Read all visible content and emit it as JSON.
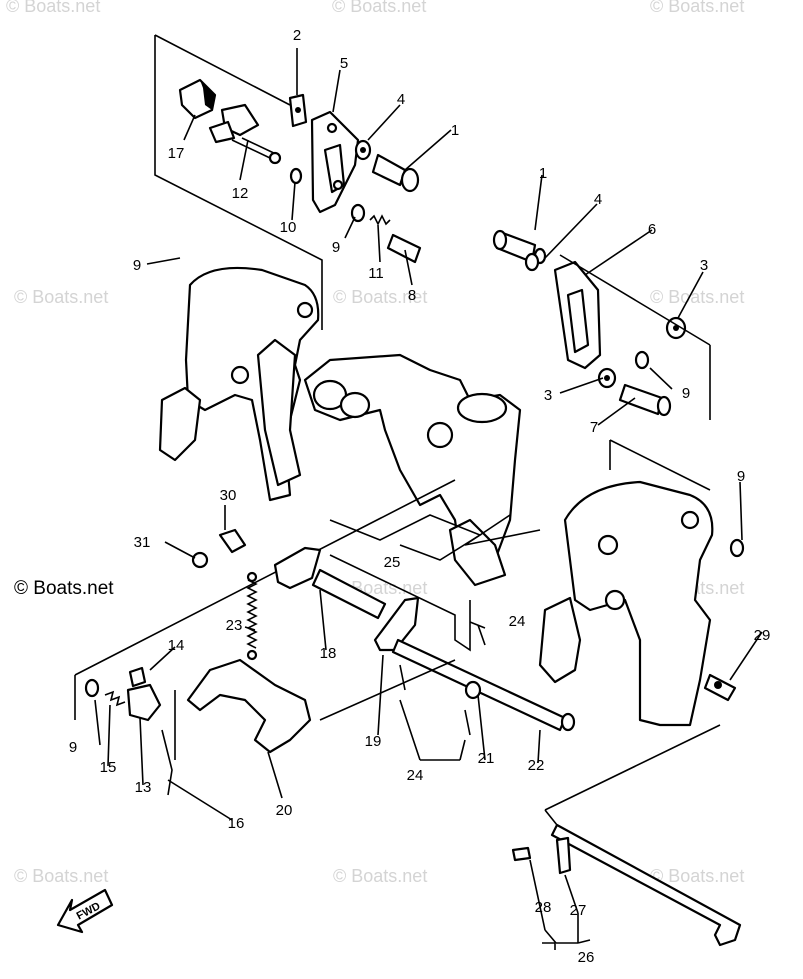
{
  "watermark": {
    "text": "© Boats.net",
    "color": "#d4d4d4",
    "strong_color": "#000000"
  },
  "callouts": [
    "1",
    "2",
    "3",
    "4",
    "5",
    "6",
    "7",
    "8",
    "9",
    "10",
    "11",
    "12",
    "13",
    "14",
    "15",
    "16",
    "17",
    "18",
    "19",
    "20",
    "21",
    "22",
    "23",
    "24",
    "25",
    "26",
    "27",
    "28",
    "29",
    "30",
    "31"
  ],
  "direction_badge": {
    "label": "FWD",
    "icon": "arrow-left-down-icon"
  }
}
